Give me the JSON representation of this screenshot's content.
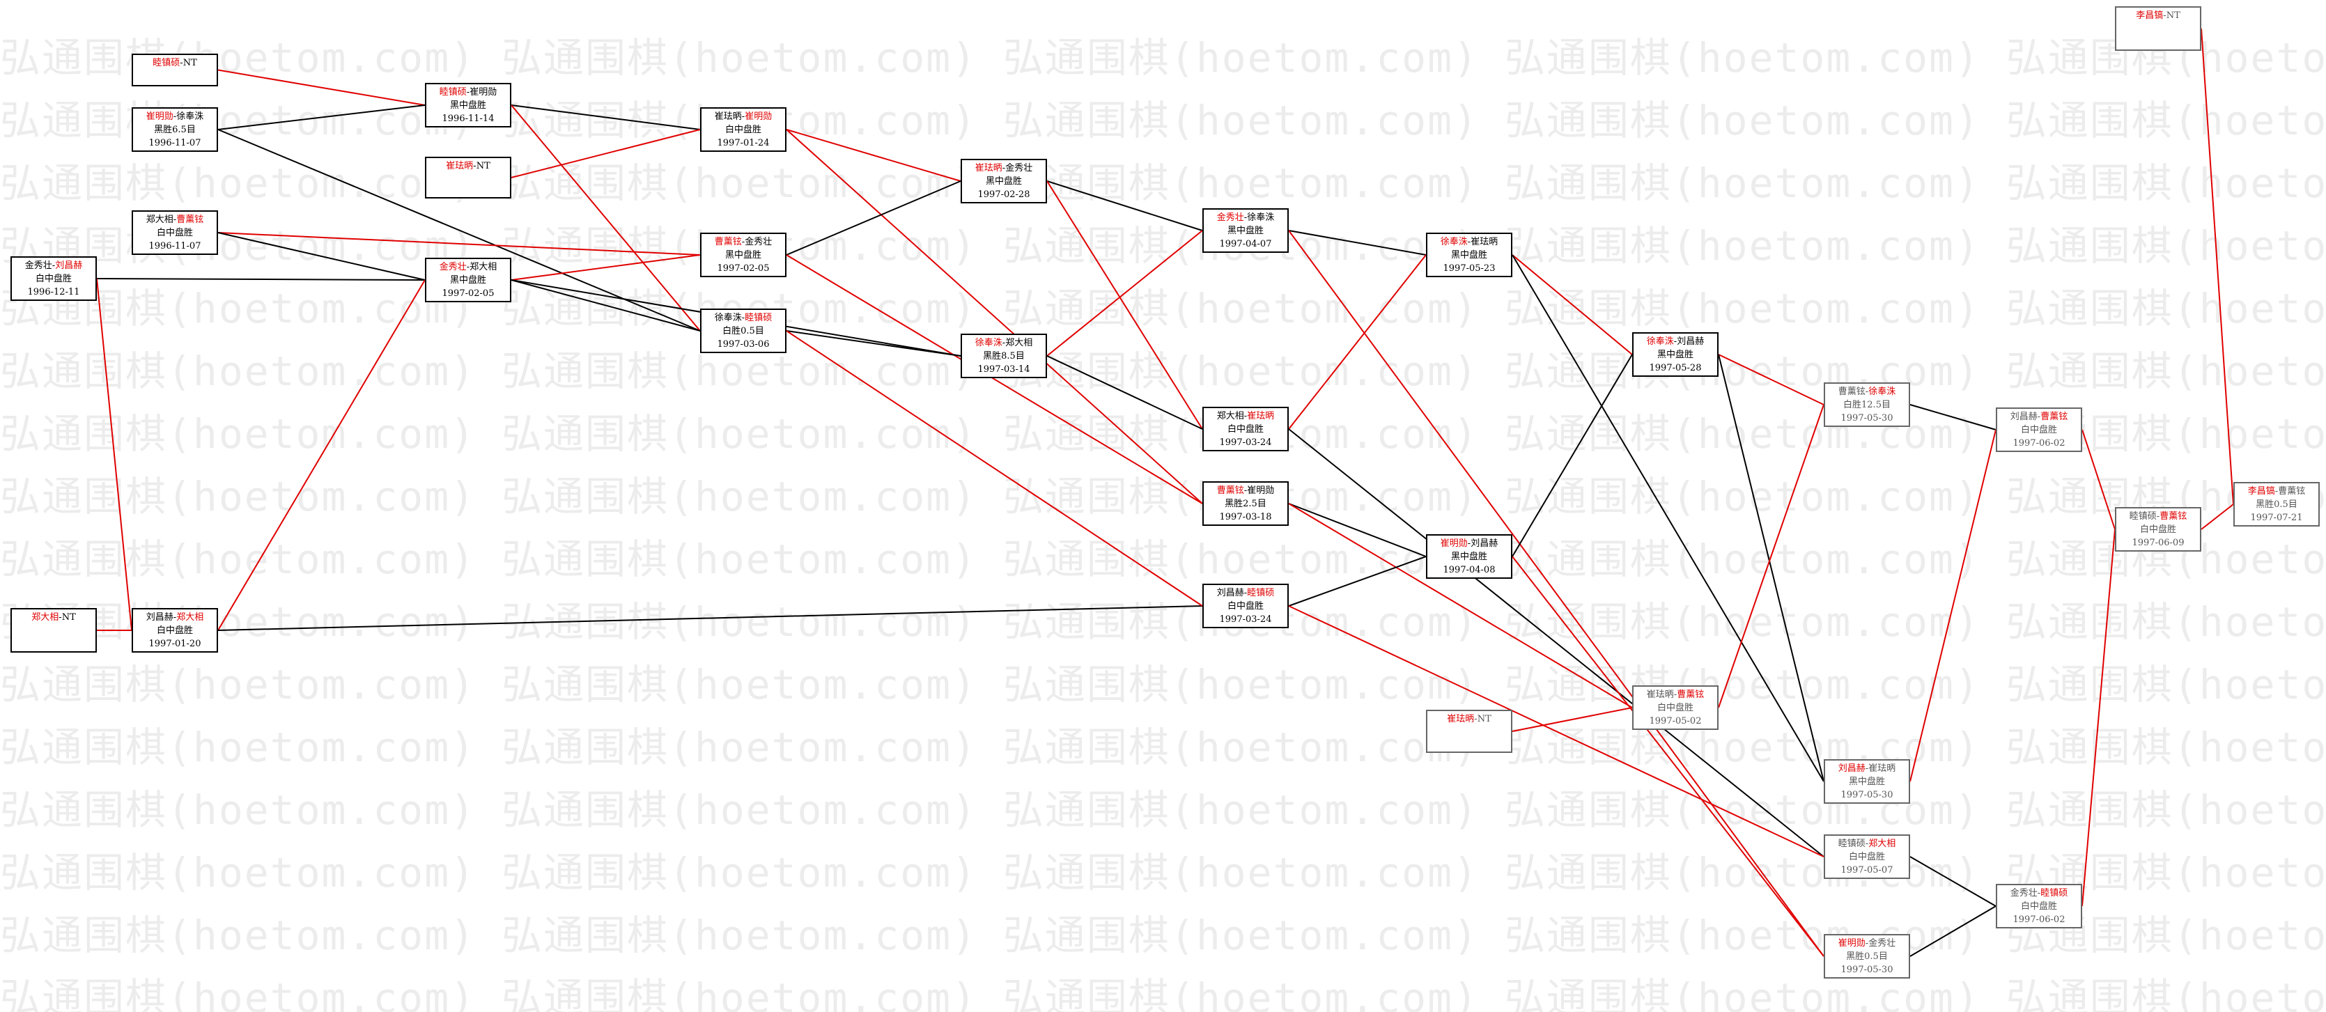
{
  "watermark": "弘通围棋(hoetom.com)",
  "colors": {
    "win": "#e00000",
    "loss": "#000000",
    "pending_box": "#666666"
  },
  "matches": [
    {
      "id": "n1",
      "a": "睦镇硕",
      "b": "NT",
      "winner": "a"
    },
    {
      "id": "n2",
      "a": "崔明勋",
      "b": "徐奉洙",
      "winner": "a",
      "result": "黑胜6.5目",
      "date": "1996-11-07"
    },
    {
      "id": "n3",
      "a": "郑大相",
      "b": "曹薰铉",
      "winner": "b",
      "result": "白中盘胜",
      "date": "1996-11-07"
    },
    {
      "id": "n4",
      "a": "金秀壮",
      "b": "刘昌赫",
      "winner": "b",
      "result": "白中盘胜",
      "date": "1996-12-11"
    },
    {
      "id": "n5",
      "a": "郑大相",
      "b": "NT",
      "winner": "a"
    },
    {
      "id": "n6",
      "a": "睦镇硕",
      "b": "崔明勋",
      "winner": "a",
      "result": "黑中盘胜",
      "date": "1996-11-14"
    },
    {
      "id": "n7",
      "a": "崔珐昞",
      "b": "NT",
      "winner": "a"
    },
    {
      "id": "n8",
      "a": "金秀壮",
      "b": "郑大相",
      "winner": "a",
      "result": "黑中盘胜",
      "date": "1997-02-05"
    },
    {
      "id": "n9",
      "a": "刘昌赫",
      "b": "郑大相",
      "winner": "b",
      "result": "白中盘胜",
      "date": "1997-01-20"
    },
    {
      "id": "n10",
      "a": "崔珐昞",
      "b": "崔明勋",
      "winner": "b",
      "result": "白中盘胜",
      "date": "1997-01-24"
    },
    {
      "id": "n11",
      "a": "曹薰铉",
      "b": "金秀壮",
      "winner": "a",
      "result": "黑中盘胜",
      "date": "1997-02-05"
    },
    {
      "id": "n12",
      "a": "徐奉洙",
      "b": "睦镇硕",
      "winner": "b",
      "result": "白胜0.5目",
      "date": "1997-03-06"
    },
    {
      "id": "n13",
      "a": "崔珐昞",
      "b": "金秀壮",
      "winner": "a",
      "result": "黑中盘胜",
      "date": "1997-02-28"
    },
    {
      "id": "n14",
      "a": "徐奉洙",
      "b": "郑大相",
      "winner": "a",
      "result": "黑胜8.5目",
      "date": "1997-03-14"
    },
    {
      "id": "n15",
      "a": "金秀壮",
      "b": "徐奉洙",
      "winner": "a",
      "result": "黑中盘胜",
      "date": "1997-04-07"
    },
    {
      "id": "n16",
      "a": "郑大相",
      "b": "崔珐昞",
      "winner": "b",
      "result": "白中盘胜",
      "date": "1997-03-24"
    },
    {
      "id": "n17",
      "a": "曹薰铉",
      "b": "崔明勋",
      "winner": "a",
      "result": "黑胜2.5目",
      "date": "1997-03-18"
    },
    {
      "id": "n18",
      "a": "刘昌赫",
      "b": "睦镇硕",
      "winner": "b",
      "result": "白中盘胜",
      "date": "1997-03-24"
    },
    {
      "id": "n19",
      "a": "徐奉洙",
      "b": "崔珐昞",
      "winner": "a",
      "result": "黑中盘胜",
      "date": "1997-05-23"
    },
    {
      "id": "n20",
      "a": "崔明勋",
      "b": "刘昌赫",
      "winner": "a",
      "result": "黑中盘胜",
      "date": "1997-04-08"
    },
    {
      "id": "n21",
      "a": "崔珐昞",
      "b": "NT",
      "winner": "a"
    },
    {
      "id": "n22",
      "a": "徐奉洙",
      "b": "刘昌赫",
      "winner": "a",
      "result": "黑中盘胜",
      "date": "1997-05-28"
    },
    {
      "id": "n23",
      "a": "崔珐昞",
      "b": "曹薰铉",
      "winner": "b",
      "result": "白中盘胜",
      "date": "1997-05-02"
    },
    {
      "id": "n24",
      "a": "曹薰铉",
      "b": "徐奉洙",
      "winner": "b",
      "result": "白胜12.5目",
      "date": "1997-05-30"
    },
    {
      "id": "n25",
      "a": "刘昌赫",
      "b": "崔珐昞",
      "winner": "a",
      "result": "黑中盘胜",
      "date": "1997-05-30"
    },
    {
      "id": "n26",
      "a": "睦镇硕",
      "b": "郑大相",
      "winner": "b",
      "result": "白中盘胜",
      "date": "1997-05-07"
    },
    {
      "id": "n27",
      "a": "崔明勋",
      "b": "金秀壮",
      "winner": "a",
      "result": "黑胜0.5目",
      "date": "1997-05-30"
    },
    {
      "id": "n28",
      "a": "刘昌赫",
      "b": "曹薰铉",
      "winner": "b",
      "result": "白中盘胜",
      "date": "1997-06-02"
    },
    {
      "id": "n29",
      "a": "金秀壮",
      "b": "睦镇硕",
      "winner": "b",
      "result": "白中盘胜",
      "date": "1997-06-02"
    },
    {
      "id": "n30",
      "a": "睦镇硕",
      "b": "曹薰铉",
      "winner": "b",
      "result": "白中盘胜",
      "date": "1997-06-09"
    },
    {
      "id": "n31",
      "a": "李昌镐",
      "b": "NT",
      "winner": "a"
    },
    {
      "id": "n32",
      "a": "李昌镐",
      "b": "曹薰铉",
      "winner": "a",
      "result": "黑胜0.5目",
      "date": "1997-07-21"
    }
  ]
}
